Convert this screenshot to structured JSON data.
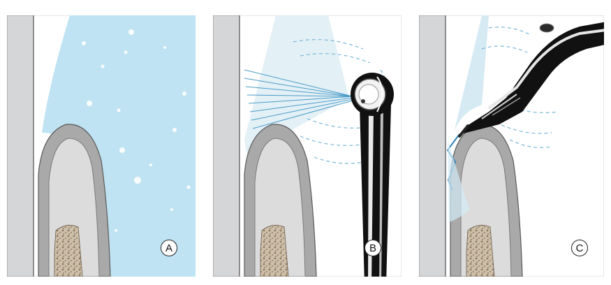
{
  "panels": [
    {
      "label": "A"
    },
    {
      "label": "B"
    },
    {
      "label": "C"
    }
  ],
  "colors": {
    "water": "#bfe3f2",
    "spray": "#4a9cc8",
    "tooth_outline": "#5a5a5a",
    "tissue": "#d9dadb",
    "gum": "#a7a7a7",
    "bone": "#c7b9a4",
    "instrument": "#111111",
    "border": "#d0d0d0"
  }
}
